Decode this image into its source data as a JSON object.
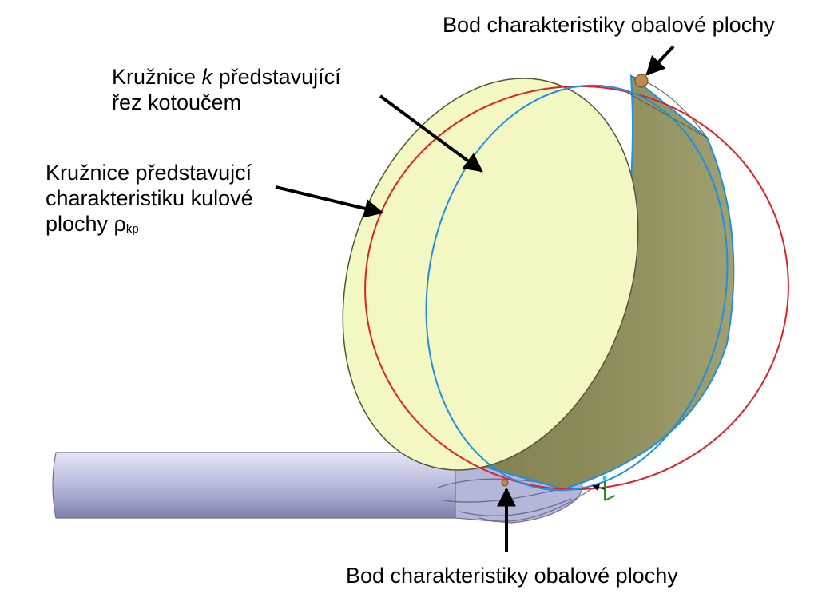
{
  "labels": {
    "top_point": "Bod charakteristiky obalové plochy",
    "circle_k": {
      "prefix": "Kružnice ",
      "var": "k",
      "suffix": " představující",
      "line2": "řez kotoučem"
    },
    "sphere_char": {
      "line1": "Kružnice představujcí",
      "line2": "charakteristiku kulové",
      "line3_prefix": "plochy ρ",
      "line3_sub": "kp"
    },
    "bottom_point": "Bod charakteristiky obalové plochy"
  },
  "colors": {
    "disc_face": "#f3f8c2",
    "disc_side": "#8f8f5d",
    "char_circle": "#e0202a",
    "section_circle": "#1e8fe0",
    "shank": "#b7b9d9",
    "arrow": "#000000",
    "point": "#c08a4e"
  }
}
